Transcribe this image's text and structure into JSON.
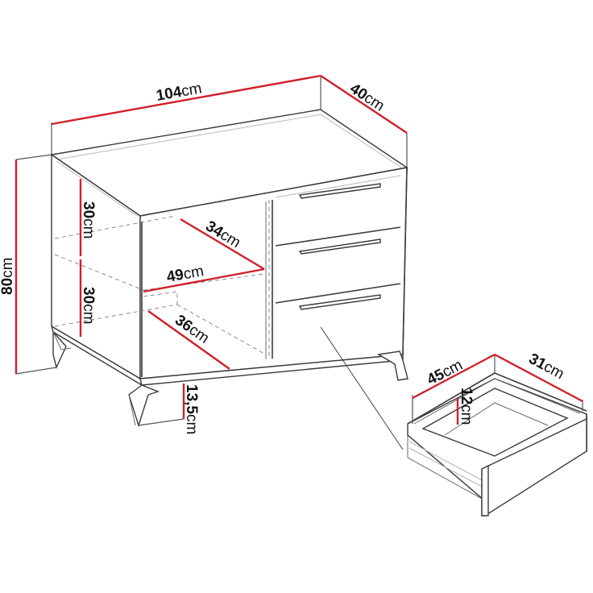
{
  "colors": {
    "dimension_line": "#d0202a",
    "outline": "#3a3a3a",
    "background": "#ffffff"
  },
  "product": {
    "type": "sideboard-cabinet",
    "drawers": 3,
    "open_shelves": 2
  },
  "dimensions": {
    "width": {
      "value": "104",
      "unit": "cm"
    },
    "depth": {
      "value": "40",
      "unit": "cm"
    },
    "height": {
      "value": "80",
      "unit": "cm"
    },
    "shelf_upper_height": {
      "value": "30",
      "unit": "cm"
    },
    "shelf_lower_height": {
      "value": "30",
      "unit": "cm"
    },
    "shelf_upper_depth": {
      "value": "34",
      "unit": "cm"
    },
    "shelf_width": {
      "value": "49",
      "unit": "cm"
    },
    "shelf_lower_depth": {
      "value": "36",
      "unit": "cm"
    },
    "leg_height": {
      "value": "13,5",
      "unit": "cm"
    },
    "drawer_width": {
      "value": "45",
      "unit": "cm"
    },
    "drawer_depth": {
      "value": "31",
      "unit": "cm"
    },
    "drawer_height": {
      "value": "12",
      "unit": "cm"
    }
  }
}
